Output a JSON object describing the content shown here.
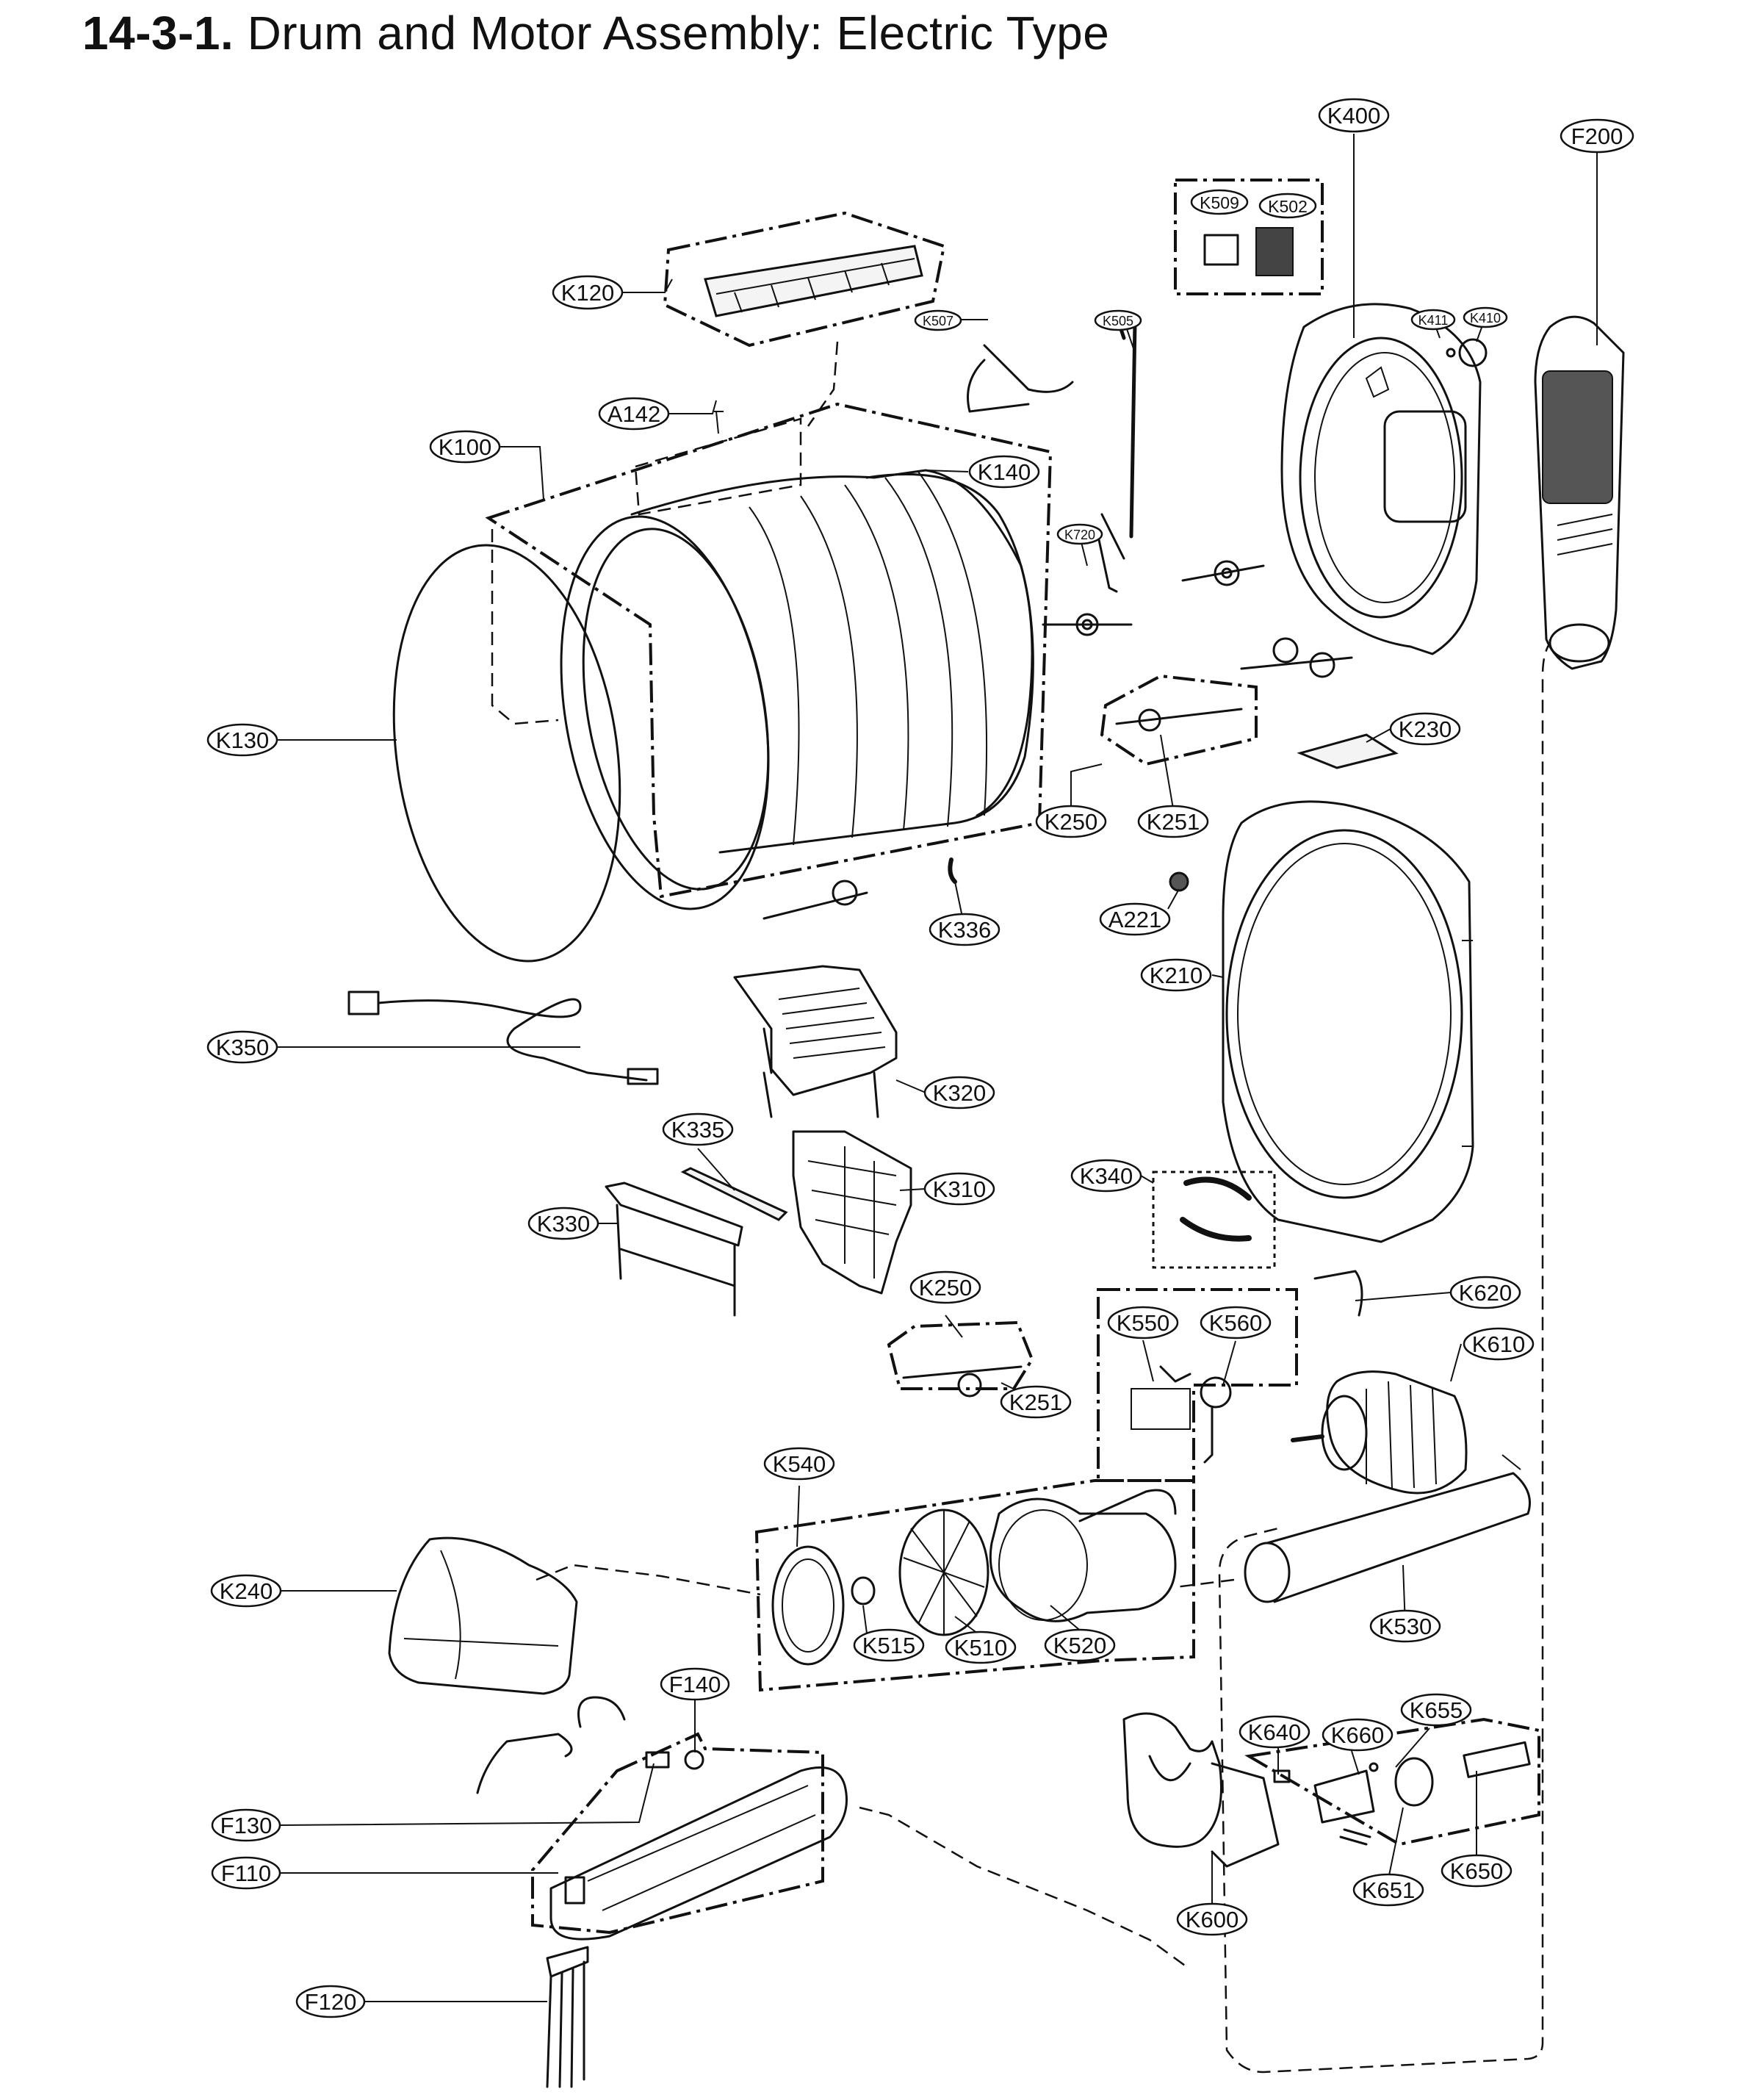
{
  "title": {
    "number": "14-3-1.",
    "text": "Drum and Motor Assembly: Electric Type"
  },
  "labels": [
    {
      "id": "K400",
      "text": "K400"
    },
    {
      "id": "F200",
      "text": "F200"
    },
    {
      "id": "K509",
      "text": "K509"
    },
    {
      "id": "K502",
      "text": "K502"
    },
    {
      "id": "K120",
      "text": "K120"
    },
    {
      "id": "K507",
      "text": "K507"
    },
    {
      "id": "K505",
      "text": "K505"
    },
    {
      "id": "K411",
      "text": "K411"
    },
    {
      "id": "K410",
      "text": "K410"
    },
    {
      "id": "A142",
      "text": "A142"
    },
    {
      "id": "K100",
      "text": "K100"
    },
    {
      "id": "K140",
      "text": "K140"
    },
    {
      "id": "K720",
      "text": "K720"
    },
    {
      "id": "K130",
      "text": "K130"
    },
    {
      "id": "K230",
      "text": "K230"
    },
    {
      "id": "K250a",
      "text": "K250"
    },
    {
      "id": "K251a",
      "text": "K251"
    },
    {
      "id": "A221",
      "text": "A221"
    },
    {
      "id": "K336",
      "text": "K336"
    },
    {
      "id": "K210",
      "text": "K210"
    },
    {
      "id": "K350",
      "text": "K350"
    },
    {
      "id": "K320",
      "text": "K320"
    },
    {
      "id": "K335",
      "text": "K335"
    },
    {
      "id": "K310",
      "text": "K310"
    },
    {
      "id": "K340",
      "text": "K340"
    },
    {
      "id": "K330",
      "text": "K330"
    },
    {
      "id": "K250b",
      "text": "K250"
    },
    {
      "id": "K620",
      "text": "K620"
    },
    {
      "id": "K550",
      "text": "K550"
    },
    {
      "id": "K560",
      "text": "K560"
    },
    {
      "id": "K610",
      "text": "K610"
    },
    {
      "id": "K251b",
      "text": "K251"
    },
    {
      "id": "K540",
      "text": "K540"
    },
    {
      "id": "K240",
      "text": "K240"
    },
    {
      "id": "K530",
      "text": "K530"
    },
    {
      "id": "K515",
      "text": "K515"
    },
    {
      "id": "K510",
      "text": "K510"
    },
    {
      "id": "K520",
      "text": "K520"
    },
    {
      "id": "F140",
      "text": "F140"
    },
    {
      "id": "K655",
      "text": "K655"
    },
    {
      "id": "K640",
      "text": "K640"
    },
    {
      "id": "K660",
      "text": "K660"
    },
    {
      "id": "F130",
      "text": "F130"
    },
    {
      "id": "F110",
      "text": "F110"
    },
    {
      "id": "K651",
      "text": "K651"
    },
    {
      "id": "K650",
      "text": "K650"
    },
    {
      "id": "K600",
      "text": "K600"
    },
    {
      "id": "F120",
      "text": "F120"
    }
  ]
}
